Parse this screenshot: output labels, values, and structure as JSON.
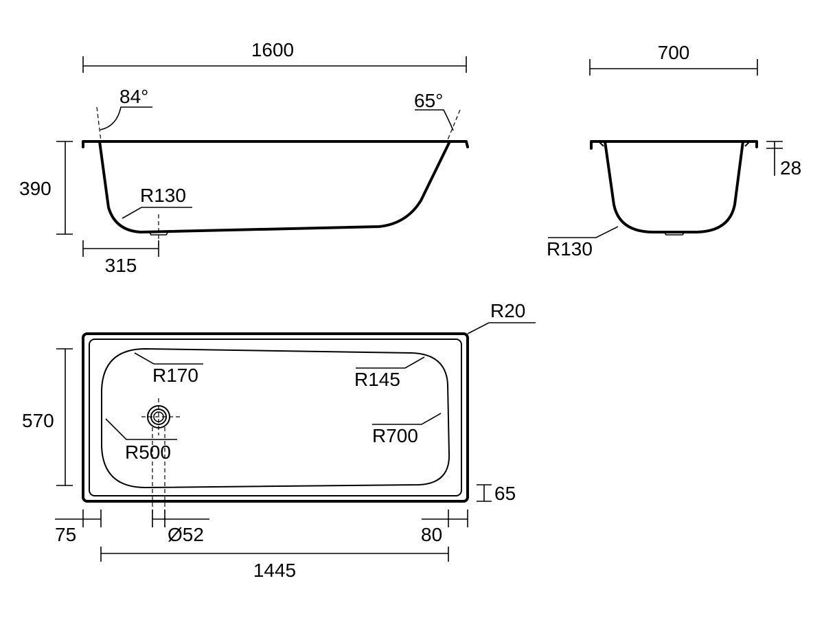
{
  "side_view": {
    "length": "1600",
    "height": "390",
    "head_angle": "84°",
    "foot_angle": "65°",
    "bottom_radius": "R130",
    "drain_offset": "315"
  },
  "end_view": {
    "width": "700",
    "rim_height": "28",
    "bottom_radius": "R130"
  },
  "plan_view": {
    "corner_radius": "R20",
    "head_radius": "R170",
    "foot_radius": "R145",
    "foot_curve_radius": "R700",
    "head_curve_radius": "R500",
    "width": "570",
    "rim_width": "65",
    "head_offset": "75",
    "drain_diameter": "Ø52",
    "foot_offset": "80",
    "inner_length": "1445"
  }
}
